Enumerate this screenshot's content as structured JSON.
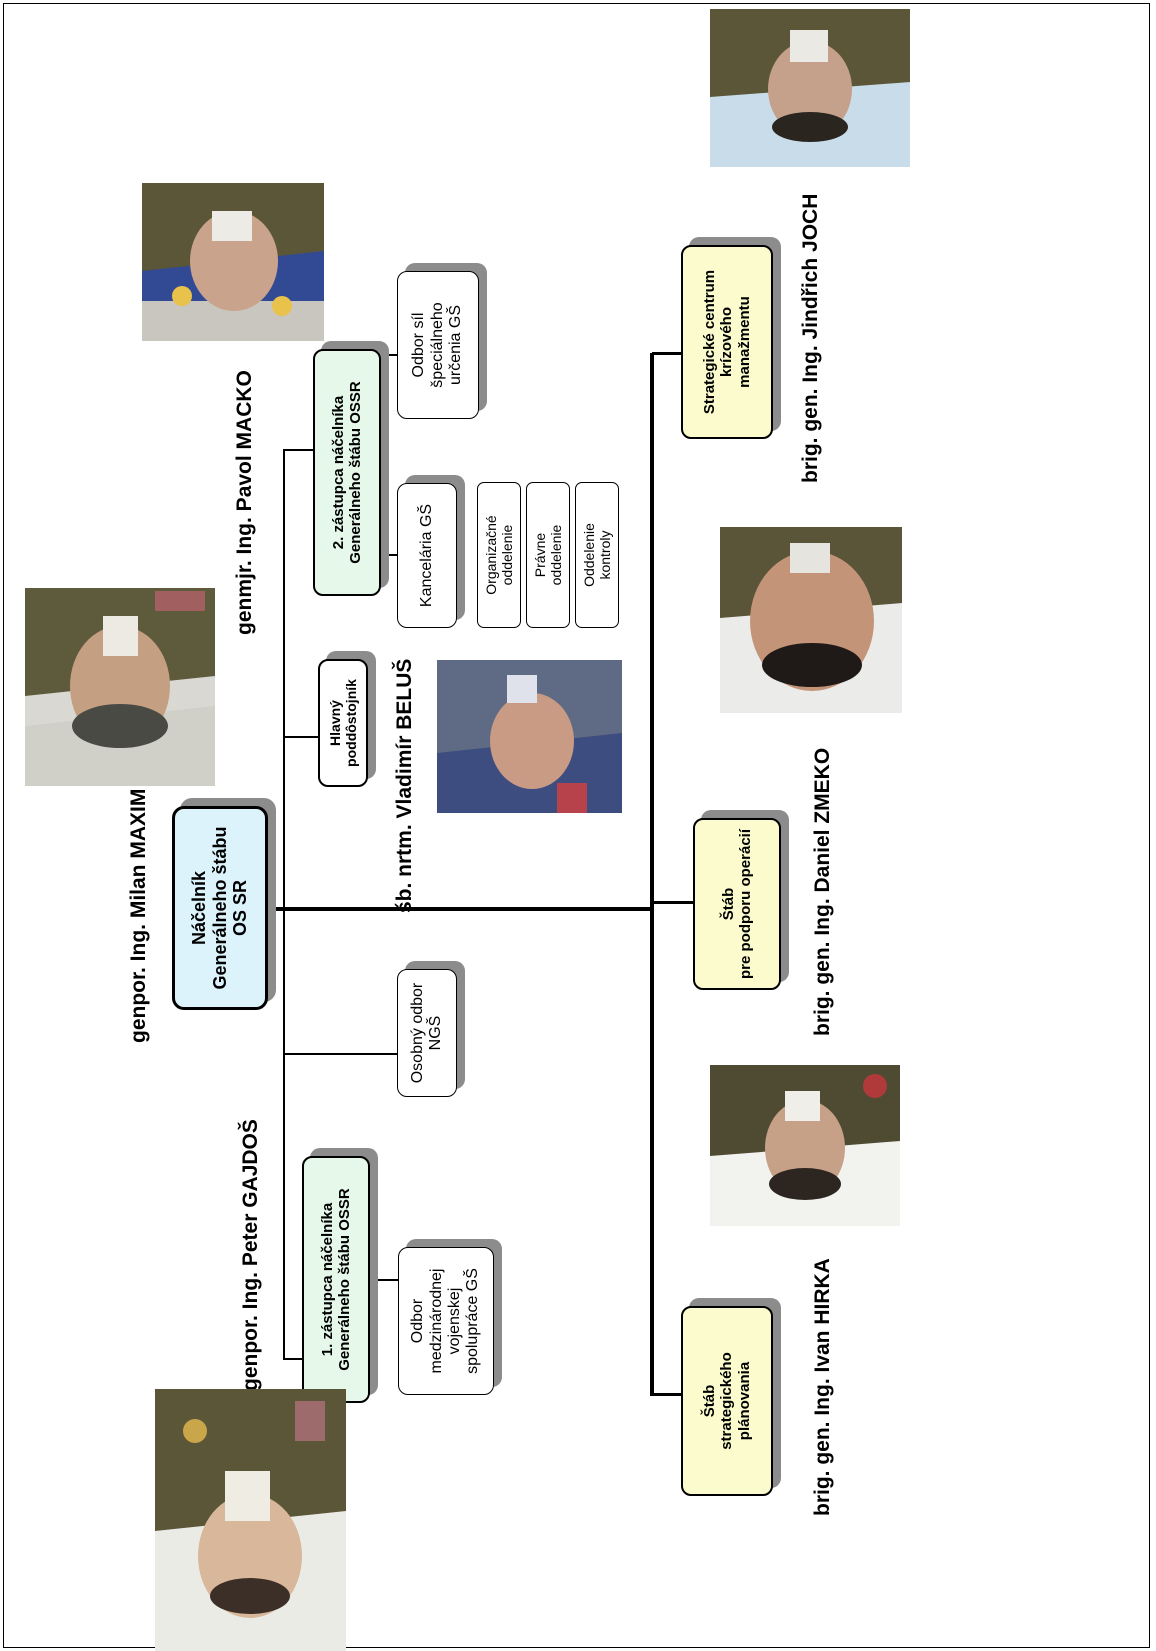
{
  "chief": {
    "title": "Náčelník\nGenerálneho štábu\nOS SR",
    "name": "genpor. Ing. Milan MAXIM"
  },
  "deputy1": {
    "title": "1. zástupca náčelníka\nGenerálneho štábu OSSR",
    "name": "genpor. Ing. Peter GAJDOŠ"
  },
  "deputy2": {
    "title": "2. zástupca náčelníka\nGenerálneho štábu OSSR",
    "name": "genmjr. Ing. Pavol MACKO"
  },
  "nco": {
    "title": "Hlavný\npoddôstojník",
    "name": "šb. nrtm. Vladimír BELUŠ"
  },
  "personal_office": {
    "title": "Osobný odbor\nNGŠ"
  },
  "intl_office": {
    "title": "Odbor\nmedzinárodnej\nvojenskej\nspolupráce GŠ"
  },
  "chancellery": {
    "title": "Kancelária GŠ",
    "departments": [
      "Organizačné\noddelenie",
      "Právne\noddelenie",
      "Oddelenie\nkontroly"
    ]
  },
  "special_forces_office": {
    "title": "Odbor síl\nšpeciálneho\nurčenia GŠ"
  },
  "staff_planning": {
    "title": "Štáb\nstrategického\nplánovania",
    "name": "brig. gen. Ing. Ivan HIRKA"
  },
  "staff_support": {
    "title": "Štáb\npre podporu operácií",
    "name": "brig. gen.  Ing. Daniel ZMEKO"
  },
  "crisis_center": {
    "title": "Strategické centrum\nkrízového\nmanažmentu",
    "name": "brig. gen. Ing. Jindřich JOCH"
  }
}
